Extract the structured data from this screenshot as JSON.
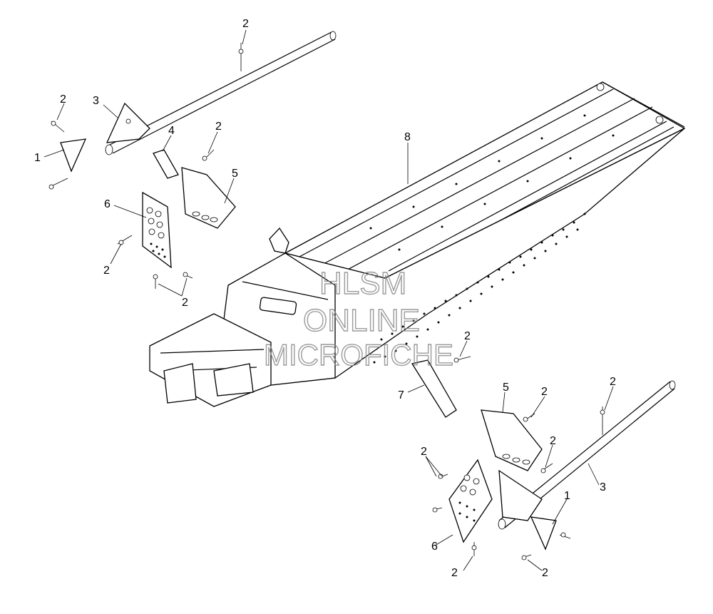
{
  "callouts": {
    "c2_top": "2",
    "c3_left": "3",
    "c2_left_top": "2",
    "c1_left": "1",
    "c4": "4",
    "c2_mid": "2",
    "c5_left": "5",
    "c6_left": "6",
    "c2_left_low": "2",
    "c2_left_bottom": "2",
    "c8": "8",
    "c2_center": "2",
    "c7": "7",
    "c5_right": "5",
    "c2_right_a": "2",
    "c2_right_top": "2",
    "c2_right_b": "2",
    "c3_right": "3",
    "c2_right_c": "2",
    "c1_right": "1",
    "c6_right": "6",
    "c2_bottom_left": "2",
    "c2_bottom_right": "2"
  },
  "watermark": {
    "line1": "HLSM",
    "line2": "ONLINE",
    "line3": "MICROFICHE"
  }
}
